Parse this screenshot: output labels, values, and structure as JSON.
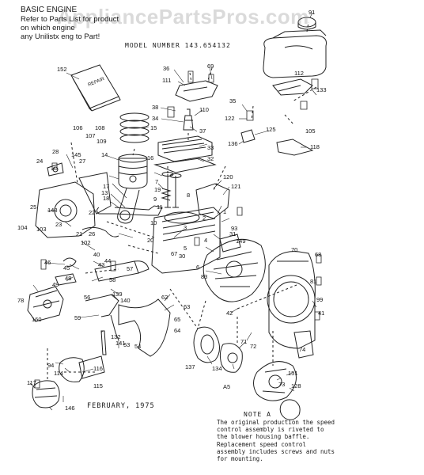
{
  "header": {
    "title": "BASIC ENGINE",
    "line1": "Refer to Parts List for product",
    "line2": "on which engine",
    "line3": "any Unilistx eng to Part!",
    "model": "MODEL NUMBER 143.654132"
  },
  "watermark": "AppliancePartsPros.com",
  "footer": {
    "date": "FEBRUARY, 1975",
    "note_title": "NOTE A",
    "note_text": "The original production the speed control assembly is riveted to the blower housing baffle. Replacement speed control assembly includes screws and nuts for mounting.",
    "view_label": "A5"
  },
  "part_labels": [
    {
      "id": "91"
    },
    {
      "id": "36"
    },
    {
      "id": "69"
    },
    {
      "id": "111"
    },
    {
      "id": "112"
    },
    {
      "id": "133"
    },
    {
      "id": "152"
    },
    {
      "id": "38"
    },
    {
      "id": "34"
    },
    {
      "id": "110"
    },
    {
      "id": "35"
    },
    {
      "id": "122"
    },
    {
      "id": "15"
    },
    {
      "id": "37"
    },
    {
      "id": "125"
    },
    {
      "id": "105"
    },
    {
      "id": "106"
    },
    {
      "id": "108"
    },
    {
      "id": "107"
    },
    {
      "id": "109"
    },
    {
      "id": "33"
    },
    {
      "id": "136"
    },
    {
      "id": "118"
    },
    {
      "id": "28"
    },
    {
      "id": "145"
    },
    {
      "id": "32"
    },
    {
      "id": "14"
    },
    {
      "id": "24"
    },
    {
      "id": "27"
    },
    {
      "id": "16"
    },
    {
      "id": "120"
    },
    {
      "id": "121"
    },
    {
      "id": "13"
    },
    {
      "id": "17"
    },
    {
      "id": "18"
    },
    {
      "id": "19"
    },
    {
      "id": "7"
    },
    {
      "id": "9"
    },
    {
      "id": "8"
    },
    {
      "id": "11"
    },
    {
      "id": "22"
    },
    {
      "id": "148"
    },
    {
      "id": "25"
    },
    {
      "id": "23"
    },
    {
      "id": "10"
    },
    {
      "id": "3"
    },
    {
      "id": "2"
    },
    {
      "id": "20"
    },
    {
      "id": "1"
    },
    {
      "id": "31"
    },
    {
      "id": "104"
    },
    {
      "id": "103"
    },
    {
      "id": "21"
    },
    {
      "id": "26"
    },
    {
      "id": "93"
    },
    {
      "id": "102"
    },
    {
      "id": "149"
    },
    {
      "id": "5"
    },
    {
      "id": "4"
    },
    {
      "id": "30"
    },
    {
      "id": "70"
    },
    {
      "id": "46"
    },
    {
      "id": "45"
    },
    {
      "id": "44"
    },
    {
      "id": "43"
    },
    {
      "id": "40"
    },
    {
      "id": "67"
    },
    {
      "id": "6"
    },
    {
      "id": "68"
    },
    {
      "id": "48"
    },
    {
      "id": "49"
    },
    {
      "id": "83"
    },
    {
      "id": "81"
    },
    {
      "id": "58"
    },
    {
      "id": "140"
    },
    {
      "id": "139"
    },
    {
      "id": "62"
    },
    {
      "id": "63"
    },
    {
      "id": "42"
    },
    {
      "id": "65"
    },
    {
      "id": "64"
    },
    {
      "id": "99"
    },
    {
      "id": "78"
    },
    {
      "id": "56"
    },
    {
      "id": "59"
    },
    {
      "id": "160"
    },
    {
      "id": "41"
    },
    {
      "id": "132"
    },
    {
      "id": "141"
    },
    {
      "id": "53"
    },
    {
      "id": "54"
    },
    {
      "id": "71"
    },
    {
      "id": "72"
    },
    {
      "id": "74"
    },
    {
      "id": "137"
    },
    {
      "id": "134"
    },
    {
      "id": "94"
    },
    {
      "id": "114"
    },
    {
      "id": "116"
    },
    {
      "id": "151"
    },
    {
      "id": "117"
    },
    {
      "id": "115"
    },
    {
      "id": "73"
    },
    {
      "id": "128"
    },
    {
      "id": "146"
    },
    {
      "id": "57"
    }
  ]
}
